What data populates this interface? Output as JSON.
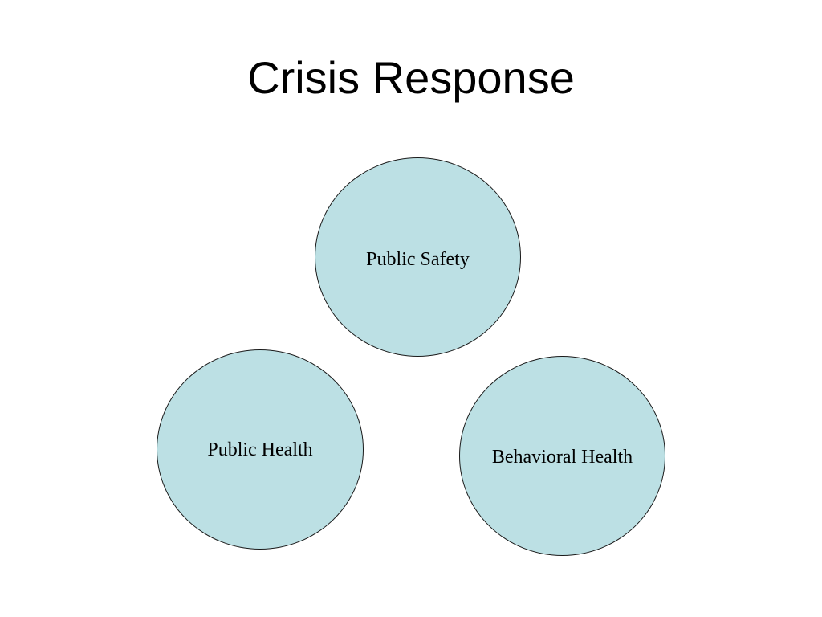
{
  "slide": {
    "title": "Crisis Response",
    "circle_fill": "#bce0e4",
    "circle_stroke": "#1a1a1a",
    "circles": [
      {
        "label": "Public Safety"
      },
      {
        "label": "Public Health"
      },
      {
        "label": "Behavioral Health"
      }
    ]
  }
}
